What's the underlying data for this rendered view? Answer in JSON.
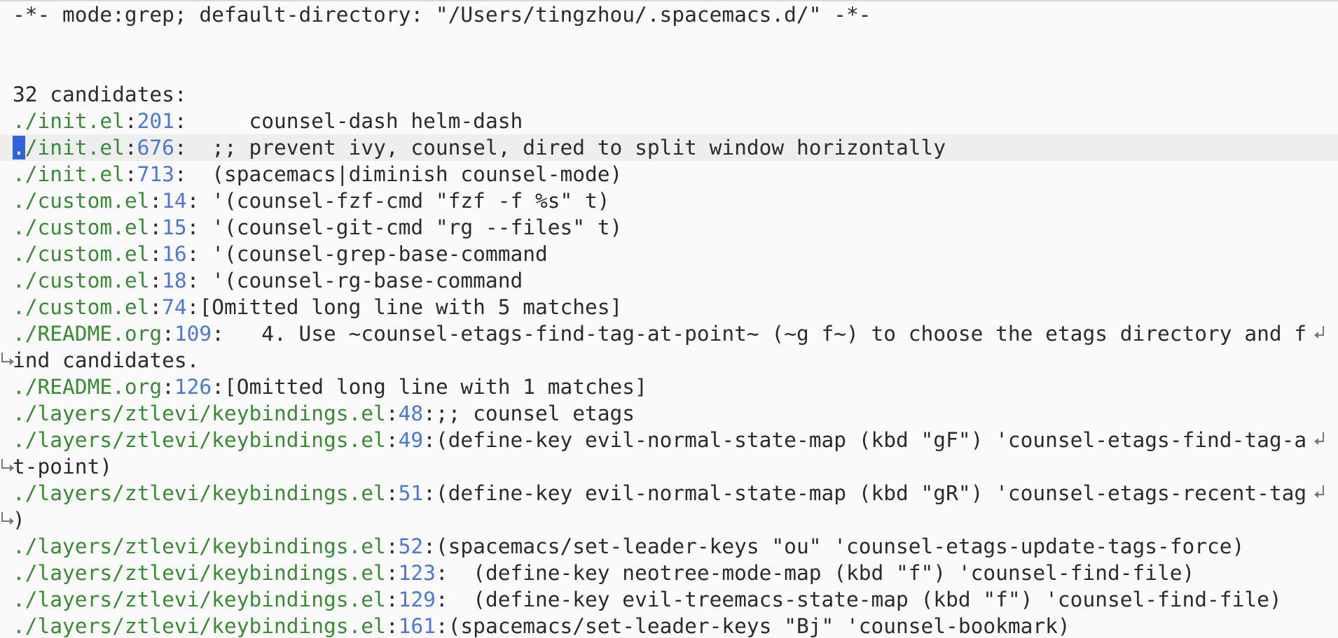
{
  "header": {
    "mode_line": "-*- mode:grep; default-directory: \"/Users/tingzhou/.spacemacs.d/\" -*-"
  },
  "summary": "32 candidates:",
  "results": [
    {
      "file": "./init.el",
      "line": "201",
      "text": "     counsel-dash helm-dash"
    },
    {
      "file": "./init.el",
      "line": "676",
      "text": "  ;; prevent ivy, counsel, dired to split window horizontally"
    },
    {
      "file": "./init.el",
      "line": "713",
      "text": "  (spacemacs|diminish counsel-mode)"
    },
    {
      "file": "./custom.el",
      "line": "14",
      "text": " '(counsel-fzf-cmd \"fzf -f %s\" t)"
    },
    {
      "file": "./custom.el",
      "line": "15",
      "text": " '(counsel-git-cmd \"rg --files\" t)"
    },
    {
      "file": "./custom.el",
      "line": "16",
      "text": " '(counsel-grep-base-command"
    },
    {
      "file": "./custom.el",
      "line": "18",
      "text": " '(counsel-rg-base-command"
    },
    {
      "file": "./custom.el",
      "line": "74",
      "text": "[Omitted long line with 5 matches]"
    },
    {
      "file": "./README.org",
      "line": "109",
      "text": "   4. Use ~counsel-etags-find-tag-at-point~ (~g f~) to choose the etags directory and f",
      "cont": "ind candidates."
    },
    {
      "file": "./README.org",
      "line": "126",
      "text": "[Omitted long line with 1 matches]"
    },
    {
      "file": "./layers/ztlevi/keybindings.el",
      "line": "48",
      "text": ";; counsel etags"
    },
    {
      "file": "./layers/ztlevi/keybindings.el",
      "line": "49",
      "text": "(define-key evil-normal-state-map (kbd \"gF\") 'counsel-etags-find-tag-a",
      "cont": "t-point)"
    },
    {
      "file": "./layers/ztlevi/keybindings.el",
      "line": "51",
      "text": "(define-key evil-normal-state-map (kbd \"gR\") 'counsel-etags-recent-tag",
      "cont": ")"
    },
    {
      "file": "./layers/ztlevi/keybindings.el",
      "line": "52",
      "text": "(spacemacs/set-leader-keys \"ou\" 'counsel-etags-update-tags-force)"
    },
    {
      "file": "./layers/ztlevi/keybindings.el",
      "line": "123",
      "text": "  (define-key neotree-mode-map (kbd \"f\") 'counsel-find-file)"
    },
    {
      "file": "./layers/ztlevi/keybindings.el",
      "line": "129",
      "text": "  (define-key evil-treemacs-state-map (kbd \"f\") 'counsel-find-file)"
    },
    {
      "file": "./layers/ztlevi/keybindings.el",
      "line": "161",
      "text": "(spacemacs/set-leader-keys \"Bj\" 'counsel-bookmark)"
    }
  ],
  "cursor": {
    "result_index": 1,
    "char": "."
  },
  "colors": {
    "background": "#fafafa",
    "file": "#3a8a35",
    "line_number": "#4a78d8",
    "cursor": "#2f63d6",
    "highlight": "#eeeeee"
  }
}
